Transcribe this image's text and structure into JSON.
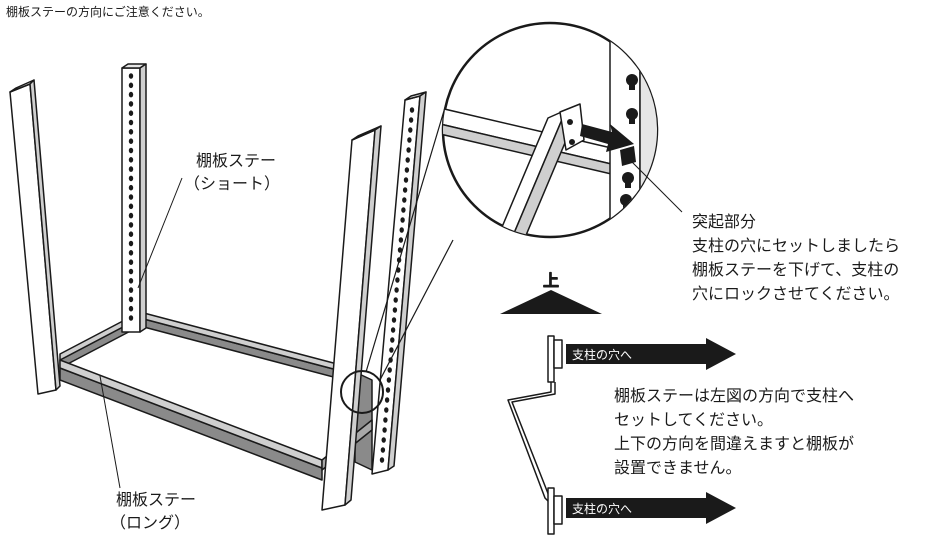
{
  "title": "棚板ステーの方向にご注意ください。",
  "labels": {
    "short_line1": "棚板ステー",
    "short_line2": "（ショート）",
    "long_line1": "棚板ステー",
    "long_line2": "（ロング）"
  },
  "callout": {
    "line1": "突起部分",
    "line2": "支柱の穴にセットしましたら",
    "line3": "棚板ステーを下げて、支柱の",
    "line4": "穴にロックさせてください。"
  },
  "orientation": {
    "up_label": "上",
    "arrow_top_label": "支柱の穴へ",
    "arrow_bottom_label": "支柱の穴へ"
  },
  "instruction": {
    "line1": "棚板ステーは左図の方向で支柱へ",
    "line2": "セットしてください。",
    "line3": "上下の方向を間違えますと棚板が",
    "line4": "設置できません。"
  },
  "colors": {
    "ink": "#1a1a1a",
    "arrow_fill": "#1a1a1a",
    "frame_fill": "#ffffff"
  }
}
